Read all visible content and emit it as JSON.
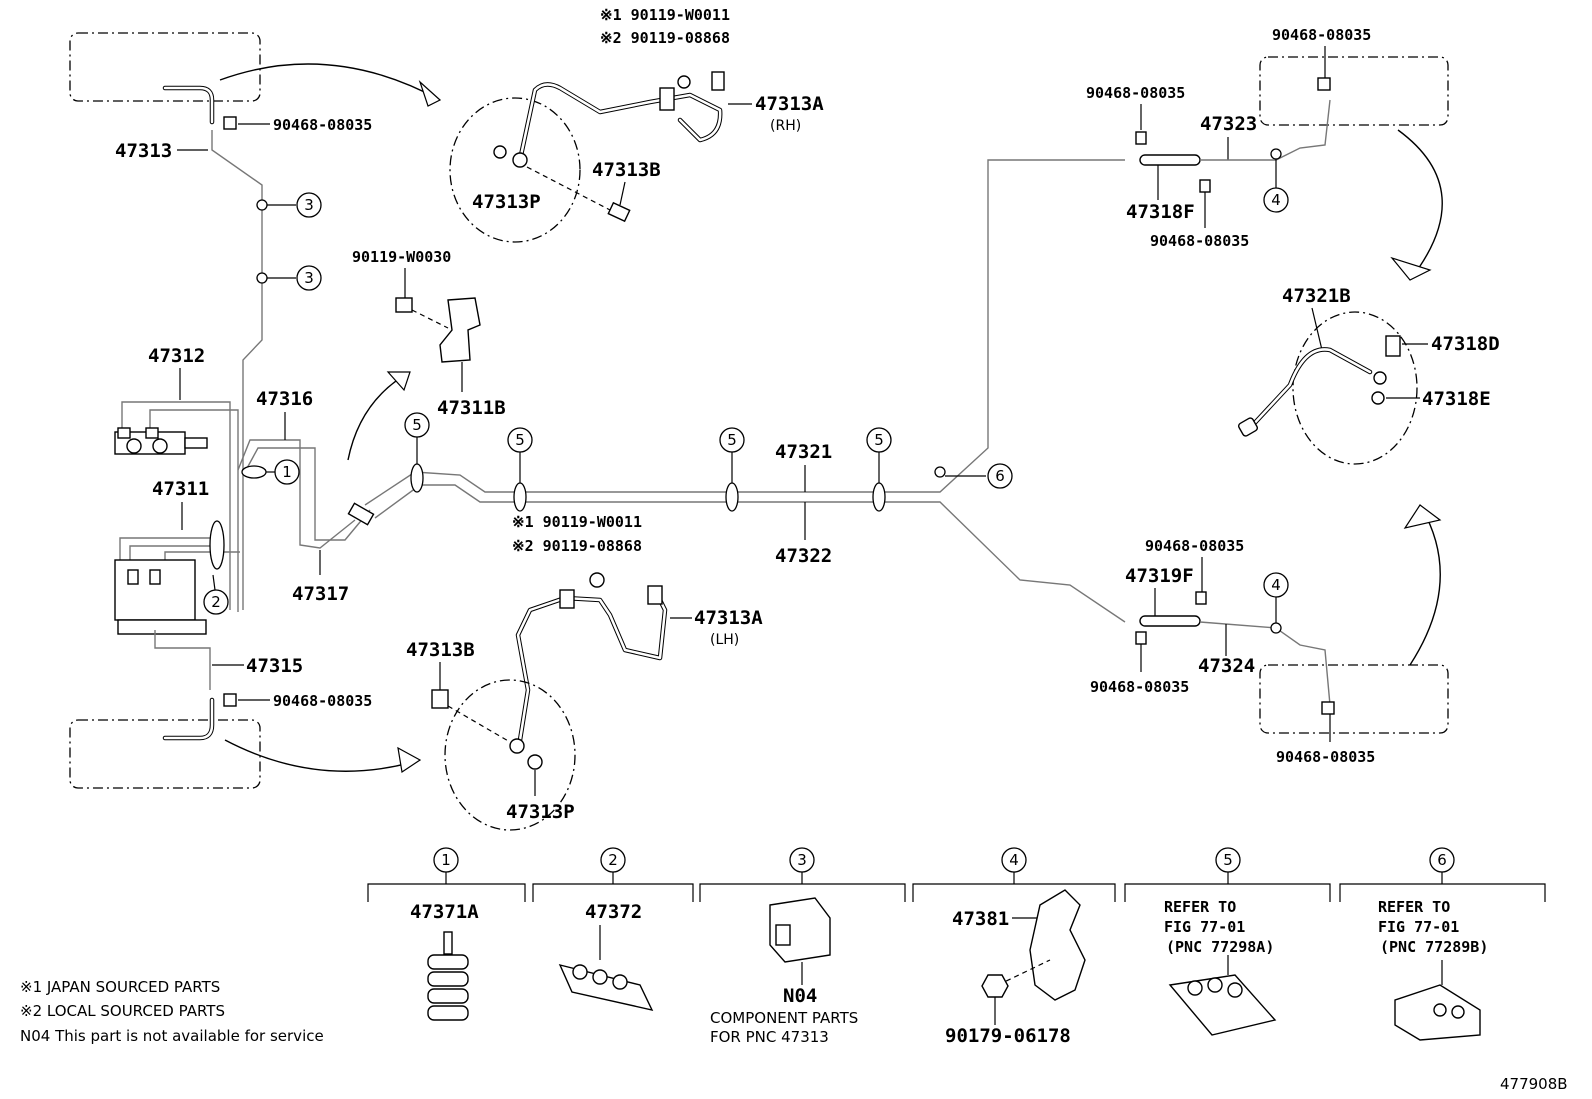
{
  "labels": {
    "rh_note1": "※1 90119-W0011",
    "rh_note2": "※2 90119-08868",
    "p47313A_rh": "47313A",
    "rh": "(RH)",
    "p47313B_rh": "47313B",
    "p47313P_rh": "47313P",
    "p90468_a": "90468-08035",
    "p47313": "47313",
    "p90119_w0030": "90119-W0030",
    "p47311B": "47311B",
    "p47312": "47312",
    "p47316": "47316",
    "p47311": "47311",
    "p47317": "47317",
    "p47315": "47315",
    "p90468_b": "90468-08035",
    "mid_note1": "※1 90119-W0011",
    "mid_note2": "※2 90119-08868",
    "p47321": "47321",
    "p47322": "47322",
    "p47313A_lh": "47313A",
    "lh": "(LH)",
    "p47313B_lh": "47313B",
    "p47313P_lh": "47313P",
    "p90468_c": "90468-08035",
    "p90468_d": "90468-08035",
    "p47323": "47323",
    "p47318F": "47318F",
    "p90468_e": "90468-08035",
    "p47321B": "47321B",
    "p47318D": "47318D",
    "p47318E": "47318E",
    "p90468_f": "90468-08035",
    "p47319F": "47319F",
    "p47324": "47324",
    "p90468_g": "90468-08035",
    "p90468_h": "90468-08035"
  },
  "callouts": [
    "1",
    "2",
    "3",
    "4",
    "5",
    "6"
  ],
  "legend": [
    {
      "num": "1",
      "title": "47371A"
    },
    {
      "num": "2",
      "title": "47372"
    },
    {
      "num": "3",
      "title": "N04",
      "line1": "COMPONENT PARTS",
      "line2": "FOR PNC 47313"
    },
    {
      "num": "4",
      "title": "47381",
      "extra": "90179-06178"
    },
    {
      "num": "5",
      "line1": "REFER TO",
      "line2": "FIG 77-01",
      "line3": "(PNC 77298A)"
    },
    {
      "num": "6",
      "line1": "REFER TO",
      "line2": "FIG 77-01",
      "line3": "(PNC 77289B)"
    }
  ],
  "notes": {
    "n1": "※1 JAPAN SOURCED PARTS",
    "n2": "※2 LOCAL SOURCED PARTS",
    "n3": "N04 This part is not available for service"
  },
  "figure_id": "477908B"
}
